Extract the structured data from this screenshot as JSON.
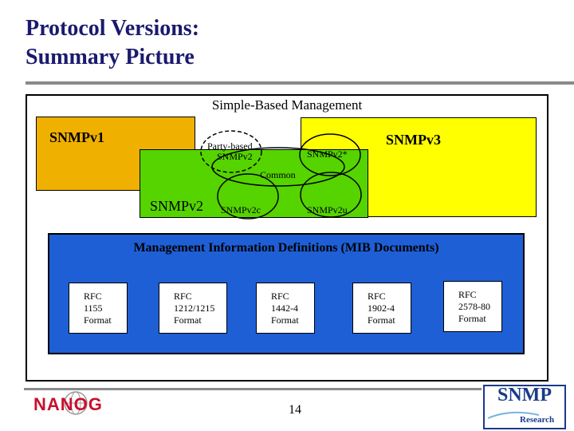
{
  "title": {
    "line1": "Protocol Versions:",
    "line2": "Summary Picture"
  },
  "diagram": {
    "outer_label": "Simple-Based Management",
    "snmpv1": "SNMPv1",
    "snmpv2": "SNMPv2",
    "snmpv3": "SNMPv3",
    "party_based": {
      "line1": "Party-based",
      "line2": "SNMPv2"
    },
    "snmpv2star": "SNMPv2*",
    "common": "Common",
    "snmpv2c": "SNMPv2c",
    "snmpv2u": "SNMPv2u",
    "mib_title": "Management Information Definitions (MIB Documents)",
    "rfcs": [
      {
        "l1": "RFC",
        "l2": "1155",
        "l3": "Format"
      },
      {
        "l1": "RFC",
        "l2": "1212/1215",
        "l3": "Format"
      },
      {
        "l1": "RFC",
        "l2": "1442-4",
        "l3": "Format"
      },
      {
        "l1": "RFC",
        "l2": "1902-4",
        "l3": "Format"
      },
      {
        "l1": "RFC",
        "l2": "2578-80",
        "l3": "Format"
      }
    ]
  },
  "footer": {
    "page_number": "14",
    "left_logo": "NANOG",
    "right_logo": {
      "main": "SNMP",
      "sub": "Research"
    }
  },
  "colors": {
    "snmpv1": "#f0b000",
    "snmpv2": "#55d400",
    "snmpv3": "#ffff00",
    "mib": "#1e5fd6",
    "title": "#1a1a6e"
  }
}
